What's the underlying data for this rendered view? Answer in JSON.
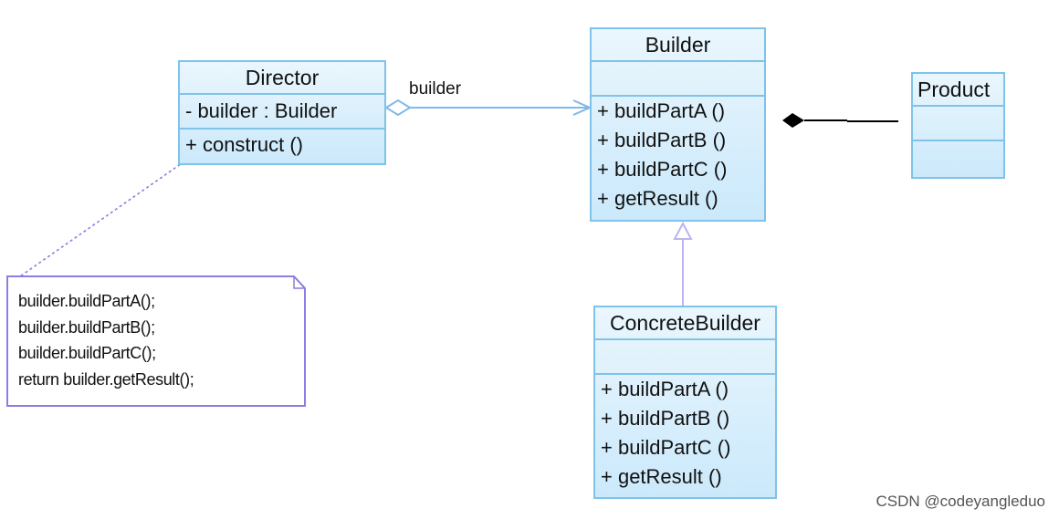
{
  "director": {
    "name": "Director",
    "attributes": [
      "- builder : Builder"
    ],
    "operations": [
      "+ construct ()"
    ]
  },
  "builder": {
    "name": "Builder",
    "operations": [
      "+ buildPartA ()",
      "+ buildPartB ()",
      "+ buildPartC ()",
      "+ getResult ()"
    ]
  },
  "product": {
    "name": "Product"
  },
  "concrete_builder": {
    "name": "ConcreteBuilder",
    "operations": [
      "+ buildPartA ()",
      "+ buildPartB ()",
      "+ buildPartC ()",
      "+ getResult ()"
    ]
  },
  "association": {
    "label": "builder"
  },
  "note": {
    "lines": [
      "builder.buildPartA();",
      "builder.buildPartB();",
      "builder.buildPartC();",
      "return builder.getResult();"
    ]
  },
  "watermark": "CSDN @codeyangleduo",
  "colors": {
    "class_fill": "#cbe9fb",
    "class_border": "#7fc3ea",
    "note_border": "#8a7fe0",
    "connector": "#7fb8ea"
  }
}
